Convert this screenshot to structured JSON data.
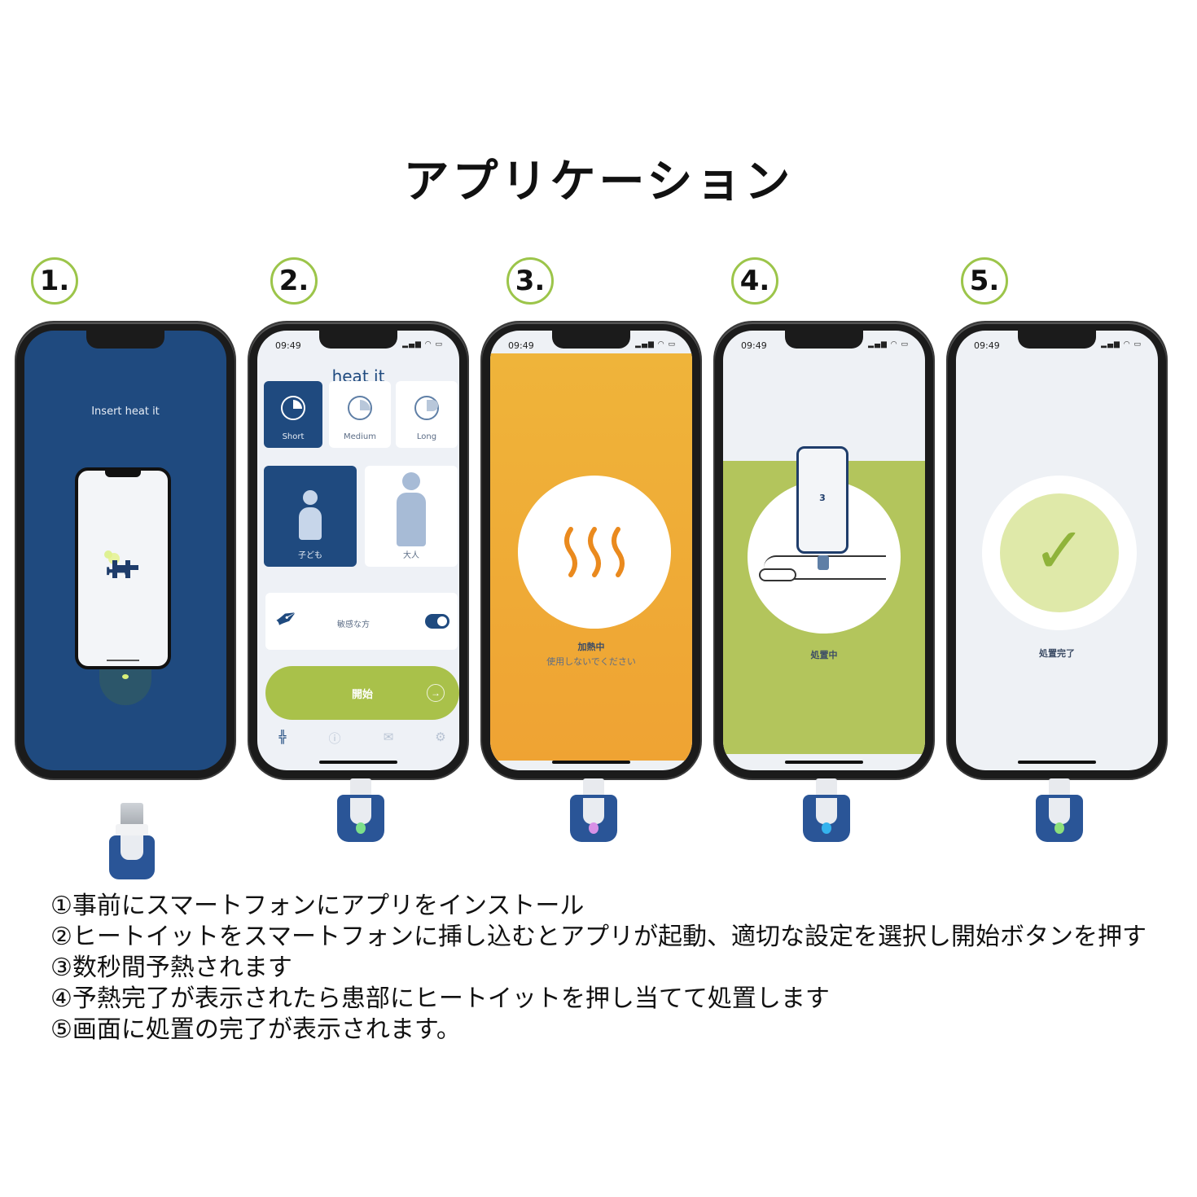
{
  "title": "アプリケーション",
  "steps": [
    {
      "number": "1."
    },
    {
      "number": "2."
    },
    {
      "number": "3."
    },
    {
      "number": "4."
    },
    {
      "number": "5."
    }
  ],
  "status_bar": {
    "time": "09:49"
  },
  "phone1": {
    "message": "Insert heat it"
  },
  "phone2": {
    "brand": "heat it",
    "durations": [
      "Short",
      "Medium",
      "Long"
    ],
    "selected_duration": "Short",
    "profiles": [
      "子ども",
      "大人"
    ],
    "selected_profile": "子ども",
    "sensitive_label": "敏感な方",
    "sensitive_toggle": "on",
    "start_label": "開始",
    "arrow": "→"
  },
  "phone3": {
    "status": "加熱中",
    "note": "使用しないでください"
  },
  "phone4": {
    "countdown": "3",
    "status": "処置中"
  },
  "phone5": {
    "status": "処置完了"
  },
  "led_colors": [
    "#7ce08a",
    "#d891e6",
    "#35b3ee",
    "#8de07b"
  ],
  "instructions": [
    "①事前にスマートフォンにアプリをインストール",
    "②ヒートイットをスマートフォンに挿し込むとアプリが起動、適切な設定を選択し開始ボタンを押す",
    "③数秒間予熱されます",
    "④予熱完了が表示されたら患部にヒートイットを押し当てて処置します",
    "⑤画面に処置の完了が表示されます。"
  ]
}
